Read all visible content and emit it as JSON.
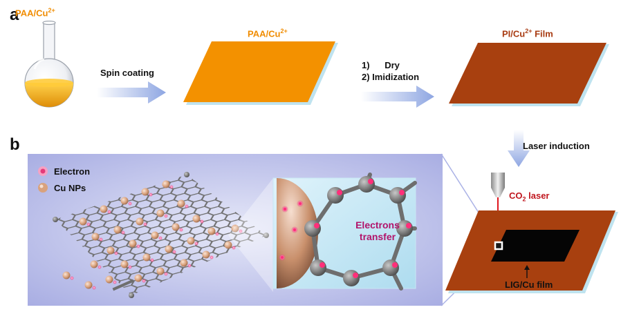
{
  "panel_a": {
    "label": "a",
    "step1": {
      "title": "PAA/Cu",
      "superscript": "2+"
    },
    "arrow1_label": "Spin coating",
    "step2": {
      "title": "PAA/Cu",
      "superscript": "2+"
    },
    "arrow2_labels": [
      "1)      Dry",
      "2) Imidization"
    ],
    "step3": {
      "title": "PI/Cu",
      "superscript": "2+",
      "suffix": " Film"
    },
    "arrow3_label": "Laser induction"
  },
  "panel_b": {
    "label": "b",
    "legend": [
      {
        "label": "Electron",
        "icon": "electron-icon",
        "color": "#e43a7a"
      },
      {
        "label": "Cu NPs",
        "icon": "cu-np-icon",
        "color": "#d9a27d"
      }
    ],
    "zoom_text": [
      "Electrons",
      "transfer"
    ],
    "laser_label": {
      "prefix": "CO",
      "subscript": "2",
      "suffix": " laser"
    },
    "film_label": "LIG/Cu film"
  },
  "colors": {
    "orange": "#f39100",
    "brown": "#a8400f",
    "arrow": "#9fb3e8",
    "panel_bg": "#c7cbee",
    "electron": "#e43a7a",
    "copper": "#d9a27d",
    "graphene": "#6e6e6e"
  }
}
